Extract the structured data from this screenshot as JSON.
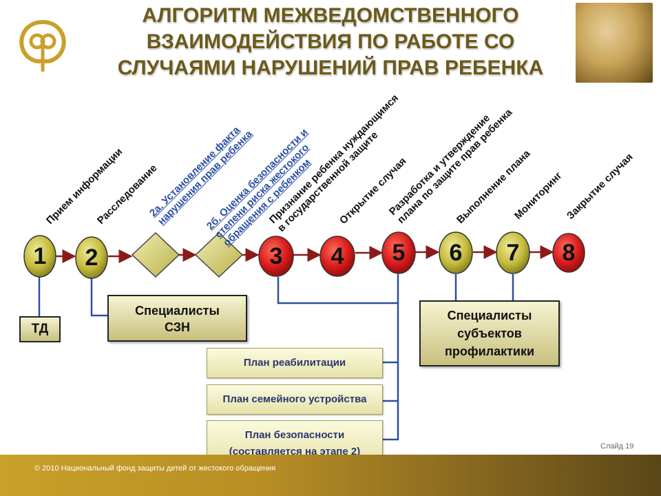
{
  "title": {
    "line1": "АЛГОРИТМ МЕЖВЕДОМСТВЕННОГО",
    "line2": "ВЗАИМОДЕЙСТВИЯ ПО РАБОТЕ СО",
    "line3": "СЛУЧАЯМИ НАРУШЕНИЙ ПРАВ РЕБЕНКА"
  },
  "stages": [
    {
      "label": "Прием информации"
    },
    {
      "label": "Расследование"
    },
    {
      "label_line1": "2а. Установление факта",
      "label_line2": "нарушения прав ребенка"
    },
    {
      "label_line1": "2б. Оценка безопасности и",
      "label_line2": "степени риска жестокого",
      "label_line3": "обращения с ребенком"
    },
    {
      "label_line1": "Признание ребенка нуждающимся",
      "label_line2": "в государственной защите"
    },
    {
      "label": "Открытие случая"
    },
    {
      "label_line1": "Разработка и утверждение",
      "label_line2": "плана по защите прав ребенка"
    },
    {
      "label": "Выполнение плана"
    },
    {
      "label": "Мониторинг"
    },
    {
      "label": "Закрытие случая"
    }
  ],
  "nodes": [
    "1",
    "2",
    "3",
    "4",
    "5",
    "6",
    "7",
    "8"
  ],
  "boxes": {
    "td": "ТД",
    "szn_line1": "Специалисты",
    "szn_line2": "СЗН",
    "subj_line1": "Специалисты",
    "subj_line2": "субъектов",
    "subj_line3": "профилактики"
  },
  "plans": {
    "rehab": "План реабилитации",
    "family": "План семейного устройства",
    "safety_line1": "План безопасности",
    "safety_line2": "(составляется на этапе 2)"
  },
  "footer": {
    "copyright": "© 2010 Национальный фонд защиты детей от жестокого обращения",
    "slide": "Слайд  19"
  },
  "colors": {
    "node_fill": "#b8b12e",
    "node_red": "#d11a1a",
    "arrow": "#8b1a1a",
    "connector": "#2a4fa2",
    "title": "#6b5a1a"
  }
}
